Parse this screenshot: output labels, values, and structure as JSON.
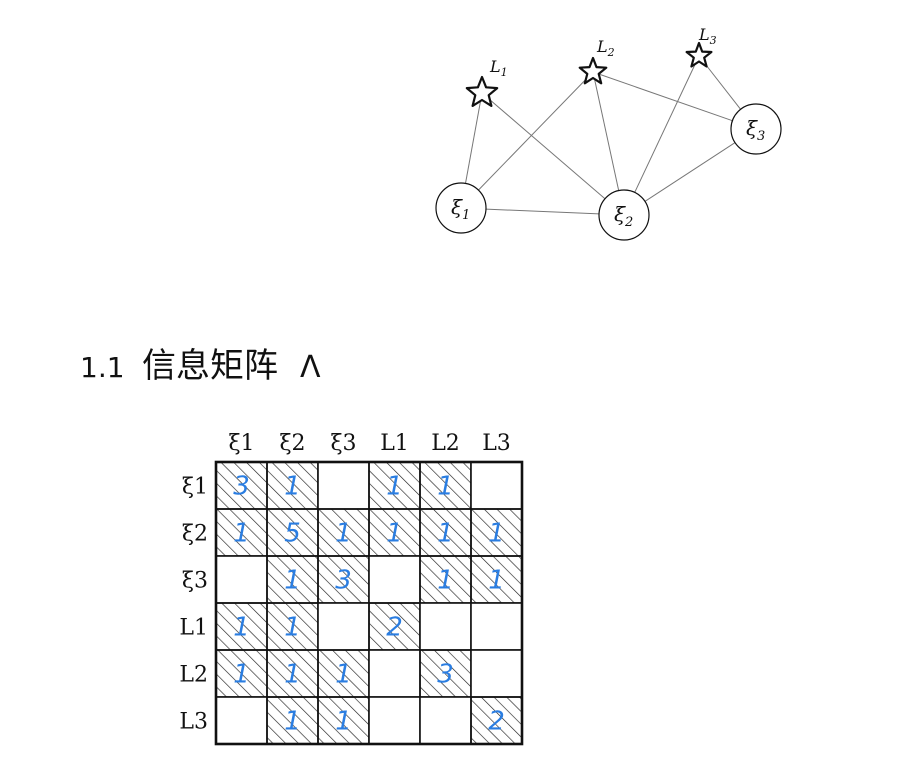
{
  "graph": {
    "poses": [
      {
        "id": "p1",
        "symbol": "ξ",
        "sub": "1"
      },
      {
        "id": "p2",
        "symbol": "ξ",
        "sub": "2"
      },
      {
        "id": "p3",
        "symbol": "ξ",
        "sub": "3"
      }
    ],
    "landmarks": [
      {
        "id": "l1",
        "symbol": "L",
        "sub": "1"
      },
      {
        "id": "l2",
        "symbol": "L",
        "sub": "2"
      },
      {
        "id": "l3",
        "symbol": "L",
        "sub": "3"
      }
    ],
    "edges": [
      [
        "p1",
        "p2"
      ],
      [
        "p2",
        "p3"
      ],
      [
        "p1",
        "l1"
      ],
      [
        "p1",
        "l2"
      ],
      [
        "p2",
        "l1"
      ],
      [
        "p2",
        "l2"
      ],
      [
        "p2",
        "l3"
      ],
      [
        "p3",
        "l2"
      ],
      [
        "p3",
        "l3"
      ]
    ]
  },
  "section": {
    "number": "1.1",
    "title": "信息矩阵",
    "symbol": "Λ"
  },
  "matrix": {
    "col_labels": [
      "ξ1",
      "ξ2",
      "ξ3",
      "L1",
      "L2",
      "L3"
    ],
    "row_labels": [
      "ξ1",
      "ξ2",
      "ξ3",
      "L1",
      "L2",
      "L3"
    ],
    "cells": [
      [
        "3",
        "1",
        "",
        "1",
        "1",
        ""
      ],
      [
        "1",
        "5",
        "1",
        "1",
        "1",
        "1"
      ],
      [
        "",
        "1",
        "3",
        "",
        "1",
        "1"
      ],
      [
        "1",
        "1",
        "",
        "2",
        "",
        ""
      ],
      [
        "1",
        "1",
        "1",
        "",
        "3",
        ""
      ],
      [
        "",
        "1",
        "1",
        "",
        "",
        "2"
      ]
    ],
    "shaded": [
      [
        true,
        true,
        false,
        true,
        true,
        false
      ],
      [
        true,
        true,
        true,
        true,
        true,
        true
      ],
      [
        false,
        true,
        true,
        false,
        true,
        true
      ],
      [
        true,
        true,
        false,
        true,
        false,
        false
      ],
      [
        true,
        true,
        true,
        false,
        true,
        false
      ],
      [
        false,
        true,
        true,
        false,
        false,
        true
      ]
    ],
    "value_color": "#2a7de1"
  }
}
